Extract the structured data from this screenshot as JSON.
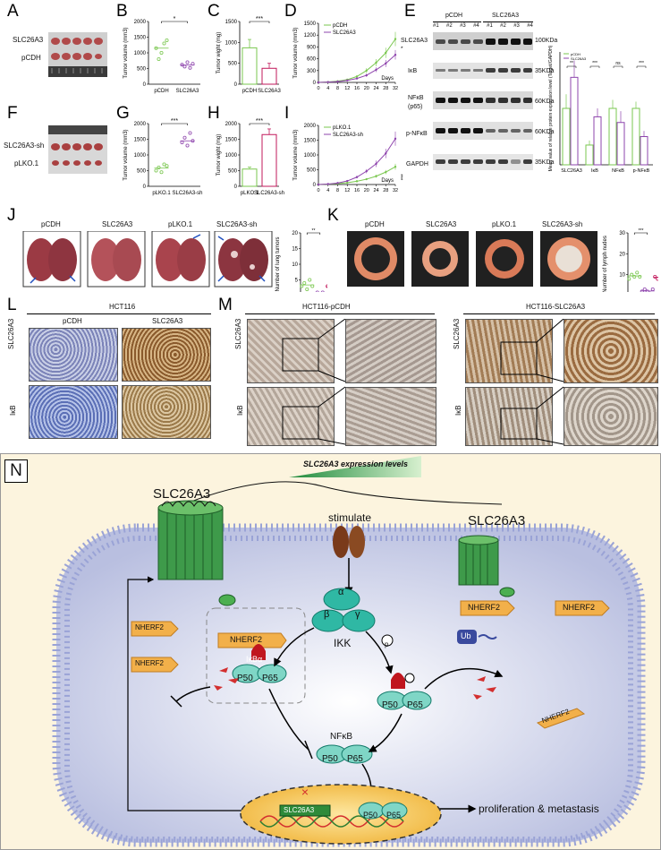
{
  "panels": {
    "A": {
      "label": "A",
      "row_labels": [
        "SLC26A3",
        "pCDH"
      ]
    },
    "B": {
      "label": "B",
      "sig": "*"
    },
    "C": {
      "label": "C",
      "sig": "***"
    },
    "D": {
      "label": "D",
      "sig": "*"
    },
    "E": {
      "label": "E",
      "groups": [
        "pCDH",
        "SLC26A3"
      ],
      "lanes": [
        "#1",
        "#2",
        "#3",
        "#4",
        "#1",
        "#2",
        "#3",
        "#4"
      ],
      "blots": [
        {
          "name": "SLC26A3",
          "kda": "100KDa"
        },
        {
          "name": "IκB",
          "kda": "35KDa"
        },
        {
          "name": "NFκB",
          "name2": "(p65)",
          "kda": "60KDa"
        },
        {
          "name": "p-NFκB",
          "kda": "60KDa"
        },
        {
          "name": "GAPDH",
          "kda": "35KDa"
        }
      ]
    },
    "F": {
      "label": "F",
      "row_labels": [
        "SLC26A3-sh",
        "pLKO.1"
      ]
    },
    "G": {
      "label": "G",
      "sig": "***"
    },
    "H": {
      "label": "H",
      "sig": "***"
    },
    "I": {
      "label": "I",
      "sig": "***"
    },
    "J": {
      "label": "J",
      "titles": [
        "pCDH",
        "SLC26A3",
        "pLKO.1",
        "SLC26A3-sh"
      ],
      "sig": [
        "**",
        "***"
      ]
    },
    "K": {
      "label": "K",
      "titles": [
        "pCDH",
        "SLC26A3",
        "pLKO.1",
        "SLC26A3-sh"
      ],
      "sig": [
        "***",
        "***"
      ]
    },
    "L": {
      "label": "L",
      "header": "HCT116",
      "cols": [
        "pCDH",
        "SLC26A3"
      ],
      "rows": [
        "SLC26A3",
        "IκB"
      ]
    },
    "M": {
      "label": "M",
      "headers": [
        "HCT116-pCDH",
        "HCT116-SLC26A3"
      ],
      "rows": [
        "SLC26A3",
        "IκB"
      ]
    },
    "N": {
      "label": "N"
    }
  },
  "chart_data": [
    {
      "panel": "B",
      "type": "scatter",
      "ylabel": "Tumor volume (mm3)",
      "categories": [
        "pCDH",
        "SLC26A3"
      ],
      "ylim": [
        0,
        2000
      ],
      "yticks": [
        0,
        500,
        1000,
        1500,
        2000
      ],
      "series": [
        {
          "name": "pCDH",
          "values": [
            1150,
            800,
            1000,
            1300,
            1400
          ]
        },
        {
          "name": "SLC26A3",
          "values": [
            620,
            560,
            700,
            520,
            650
          ]
        }
      ],
      "means": [
        1150,
        610
      ],
      "colors": [
        "#7ac74f",
        "#8e44ad"
      ]
    },
    {
      "panel": "C",
      "type": "bar",
      "ylabel": "Tumor wight (mg)",
      "categories": [
        "pCDH",
        "SLC26A3"
      ],
      "ylim": [
        0,
        1500
      ],
      "yticks": [
        0,
        500,
        1000,
        1500
      ],
      "values": [
        870,
        380
      ],
      "errors": [
        200,
        120
      ],
      "colors": [
        "#7ac74f",
        "#c2185b"
      ]
    },
    {
      "panel": "D",
      "type": "line",
      "ylabel": "Tumor volume (mm3)",
      "xlabel": "Days",
      "x": [
        0,
        4,
        8,
        12,
        16,
        20,
        24,
        28,
        32
      ],
      "xticks": [
        0,
        4,
        8,
        12,
        16,
        20,
        24,
        28,
        32
      ],
      "ylim": [
        0,
        1500
      ],
      "yticks": [
        0,
        300,
        600,
        900,
        1200,
        1500
      ],
      "series": [
        {
          "name": "pCDH",
          "values": [
            0,
            10,
            30,
            70,
            150,
            300,
            500,
            750,
            1100
          ],
          "errors": [
            0,
            5,
            10,
            20,
            30,
            60,
            90,
            130,
            180
          ]
        },
        {
          "name": "SLC26A3",
          "values": [
            0,
            8,
            20,
            50,
            100,
            180,
            320,
            480,
            700
          ],
          "errors": [
            0,
            5,
            8,
            15,
            25,
            40,
            60,
            90,
            120
          ]
        }
      ],
      "colors": [
        "#7ac74f",
        "#8e44ad"
      ]
    },
    {
      "panel": "E",
      "type": "bar",
      "ylabel": "Mean value of relative protein expression level (Target/GAPDH)",
      "categories": [
        "SLC26A3",
        "IκB",
        "NFκB",
        "p-NFκB"
      ],
      "ylim": [
        0,
        2.0
      ],
      "series": [
        {
          "name": "pCDH",
          "values": [
            1.0,
            0.35,
            1.0,
            1.0
          ],
          "errors": [
            0.25,
            0.08,
            0.15,
            0.12
          ]
        },
        {
          "name": "SLC26A3",
          "values": [
            1.55,
            0.85,
            0.75,
            0.5
          ],
          "errors": [
            0.3,
            0.15,
            0.2,
            0.1
          ]
        }
      ],
      "sig": [
        "**",
        "***",
        "ns",
        "***"
      ],
      "colors": [
        "#7ac74f",
        "#8e44ad"
      ]
    },
    {
      "panel": "G",
      "type": "scatter",
      "ylabel": "Tumor volume (mm3)",
      "categories": [
        "pLKO.1",
        "SLC26A3-sh"
      ],
      "ylim": [
        0,
        2000
      ],
      "yticks": [
        0,
        500,
        1000,
        1500,
        2000
      ],
      "series": [
        {
          "name": "pLKO.1",
          "values": [
            500,
            600,
            450,
            700,
            650
          ]
        },
        {
          "name": "SLC26A3-sh",
          "values": [
            1400,
            1550,
            1300,
            1700,
            1450
          ]
        }
      ],
      "means": [
        580,
        1450
      ],
      "colors": [
        "#7ac74f",
        "#8e44ad"
      ]
    },
    {
      "panel": "H",
      "type": "bar",
      "ylabel": "Tumor wight (mg)",
      "categories": [
        "pLKO.1",
        "SLC26A3-sh"
      ],
      "ylim": [
        0,
        2000
      ],
      "yticks": [
        0,
        500,
        1000,
        1500,
        2000
      ],
      "values": [
        550,
        1650
      ],
      "errors": [
        60,
        180
      ],
      "colors": [
        "#7ac74f",
        "#c2185b"
      ]
    },
    {
      "panel": "I",
      "type": "line",
      "ylabel": "Tumor volume (mm3)",
      "xlabel": "Days",
      "x": [
        0,
        4,
        8,
        12,
        16,
        20,
        24,
        28,
        32
      ],
      "xticks": [
        0,
        4,
        8,
        12,
        16,
        20,
        24,
        28,
        32
      ],
      "ylim": [
        0,
        2000
      ],
      "yticks": [
        0,
        500,
        1000,
        1500,
        2000
      ],
      "series": [
        {
          "name": "pLKO.1",
          "values": [
            0,
            10,
            30,
            60,
            110,
            180,
            280,
            420,
            600
          ],
          "errors": [
            0,
            4,
            8,
            12,
            20,
            30,
            50,
            70,
            100
          ]
        },
        {
          "name": "SLC26A3-sh",
          "values": [
            0,
            15,
            50,
            120,
            250,
            450,
            700,
            1050,
            1550
          ],
          "errors": [
            0,
            6,
            12,
            25,
            40,
            70,
            110,
            160,
            240
          ]
        }
      ],
      "colors": [
        "#7ac74f",
        "#8e44ad"
      ]
    },
    {
      "panel": "J",
      "type": "scatter",
      "ylabel": "Number of lung tumors",
      "categories": [
        "pCDH",
        "SLC26A3",
        "pLKO.1",
        "SLC26A3-sh"
      ],
      "ylim": [
        0,
        20
      ],
      "yticks": [
        0,
        5,
        10,
        15,
        20
      ],
      "series": [
        {
          "name": "pCDH",
          "values": [
            3,
            4,
            2,
            5,
            3
          ]
        },
        {
          "name": "SLC26A3",
          "values": [
            0,
            1,
            0,
            1,
            0
          ]
        },
        {
          "name": "pLKO.1",
          "values": [
            3,
            2,
            4,
            3,
            2
          ]
        },
        {
          "name": "SLC26A3-sh",
          "values": [
            12,
            15,
            14,
            11,
            16
          ]
        }
      ],
      "colors": [
        "#7ac74f",
        "#8e44ad",
        "#c2185b",
        "#e53935"
      ]
    },
    {
      "panel": "K",
      "type": "scatter",
      "ylabel": "Number of lymph nudes",
      "categories": [
        "pCDH",
        "SLC26A3",
        "pLKO.1",
        "SLC26A3-sh"
      ],
      "ylim": [
        0,
        30
      ],
      "yticks": [
        0,
        10,
        20,
        30
      ],
      "series": [
        {
          "name": "pCDH",
          "values": [
            8,
            10,
            9,
            11,
            9
          ]
        },
        {
          "name": "SLC26A3",
          "values": [
            2,
            3,
            2,
            1,
            3
          ]
        },
        {
          "name": "pLKO.1",
          "values": [
            9,
            8,
            10,
            9,
            8
          ]
        },
        {
          "name": "SLC26A3-sh",
          "values": [
            24,
            26,
            25,
            27,
            23
          ]
        }
      ],
      "colors": [
        "#7ac74f",
        "#8e44ad",
        "#c2185b",
        "#e53935"
      ]
    }
  ],
  "diagram": {
    "title": "SLC26A3 expression levels",
    "stimulate": "stimulate",
    "left_receptor": "SLC26A3",
    "right_receptor": "SLC26A3",
    "ikk": {
      "alpha": "α",
      "beta": "β",
      "gamma": "γ",
      "label": "IKK"
    },
    "nherf": "NHERF2",
    "ikba": "IκBα",
    "p50": "P50",
    "p65": "P65",
    "nfkb": "NFκB",
    "ub": "Ub",
    "p": "p",
    "nucleus_gene": "SLC26A3",
    "outcome": "proliferation & metastasis"
  }
}
